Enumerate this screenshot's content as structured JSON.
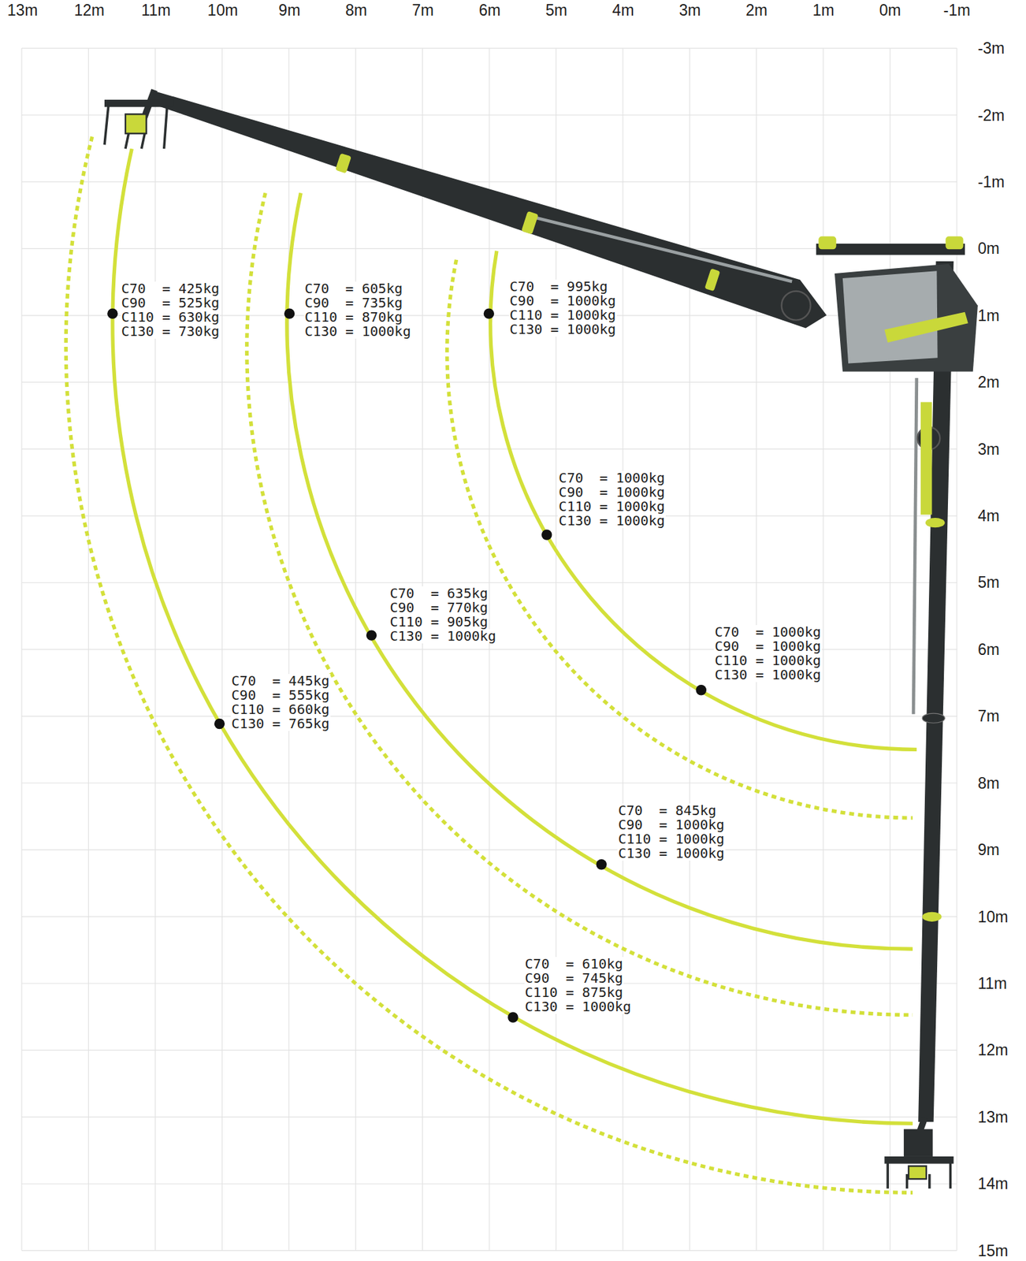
{
  "diagram": {
    "labels": [
      "13m",
      "12m",
      "11m",
      "10m",
      "9m",
      "8m",
      "7m",
      "6m",
      "5m",
      "4m",
      "3m",
      "2m",
      "1m",
      "0m",
      "-1m",
      "-3m",
      "-2m",
      "-1m",
      "0m",
      "1m",
      "2m",
      "3m",
      "4m",
      "5m",
      "6m",
      "7m",
      "8m",
      "9m",
      "10m",
      "11m",
      "12m",
      "13m",
      "14m",
      "15m",
      "C70  = 425kg",
      "C90  = 525kg",
      "C110 = 630kg",
      "C130 = 730kg",
      "C70  = 605kg",
      "C90  = 735kg",
      "C110 = 870kg",
      "C130 = 1000kg",
      "C70  = 995kg",
      "C90  = 1000kg",
      "C110 = 1000kg",
      "C130 = 1000kg",
      "C70  = 1000kg",
      "C90  = 1000kg",
      "C110 = 1000kg",
      "C130 = 1000kg",
      "C70  = 635kg",
      "C90  = 770kg",
      "C110 = 905kg",
      "C130 = 1000kg",
      "C70  = 1000kg",
      "C90  = 1000kg",
      "C110 = 1000kg",
      "C130 = 1000kg",
      "C70  = 445kg",
      "C90  = 555kg",
      "C110 = 660kg",
      "C130 = 765kg",
      "C70  = 845kg",
      "C90  = 1000kg",
      "C110 = 1000kg",
      "C130 = 1000kg",
      "C70  = 610kg",
      "C90  = 745kg",
      "C110 = 875kg",
      "C130 = 1000kg"
    ]
  }
}
